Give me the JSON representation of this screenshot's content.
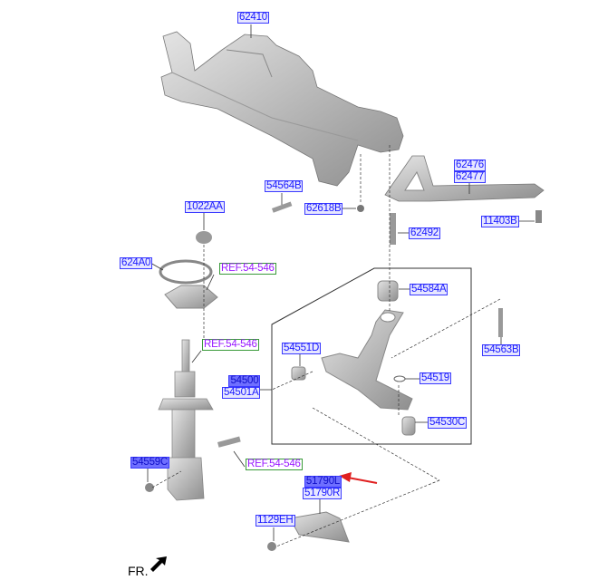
{
  "parts": {
    "crossmember": "62410",
    "bolt_54564b": "54564B",
    "nut_62618b": "62618B",
    "stay_left": "62476",
    "stay_right": "62477",
    "bolt_11403b": "11403B",
    "bolt_62492": "62492",
    "nut_1022aa": "1022AA",
    "gasket_624a0": "624A0",
    "bushing_54584a": "54584A",
    "bushing_54551d": "54551D",
    "bolt_54563b": "54563B",
    "arm_left": "54500",
    "arm_right": "54501A",
    "snap_ring": "54519",
    "ball_joint": "54530C",
    "bolt_54559c": "54559C",
    "knuckle_left": "51790L",
    "knuckle_right": "51790R",
    "bolt_1129eh": "1129EH"
  },
  "references": [
    "REF.54-546",
    "REF.54-546",
    "REF.54-546"
  ],
  "front_indicator": "FR.",
  "colors": {
    "label_text": "#1a1aff",
    "label_border": "#3a3aff",
    "ref_text": "#9a1aff",
    "ref_border": "#3a9a3a",
    "pointer_arrow": "#e02020"
  }
}
